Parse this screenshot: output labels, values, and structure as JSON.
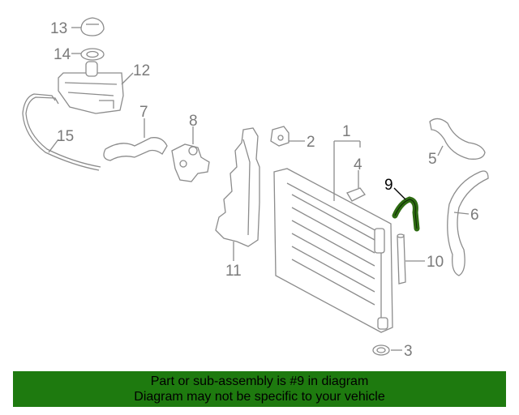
{
  "diagram": {
    "highlight_color": "#2e6b12",
    "banner_color": "#1e7a0f",
    "callouts": [
      {
        "id": "1",
        "label": "1"
      },
      {
        "id": "2",
        "label": "2"
      },
      {
        "id": "3",
        "label": "3"
      },
      {
        "id": "4",
        "label": "4"
      },
      {
        "id": "5",
        "label": "5"
      },
      {
        "id": "6",
        "label": "6"
      },
      {
        "id": "7",
        "label": "7"
      },
      {
        "id": "8",
        "label": "8"
      },
      {
        "id": "9",
        "label": "9",
        "highlighted": true
      },
      {
        "id": "10",
        "label": "10"
      },
      {
        "id": "11",
        "label": "11"
      },
      {
        "id": "12",
        "label": "12"
      },
      {
        "id": "13",
        "label": "13"
      },
      {
        "id": "14",
        "label": "14"
      },
      {
        "id": "15",
        "label": "15"
      }
    ]
  },
  "banner": {
    "line1": "Part or sub-assembly is #9 in diagram",
    "line2": "Diagram may not be specific to your vehicle"
  }
}
